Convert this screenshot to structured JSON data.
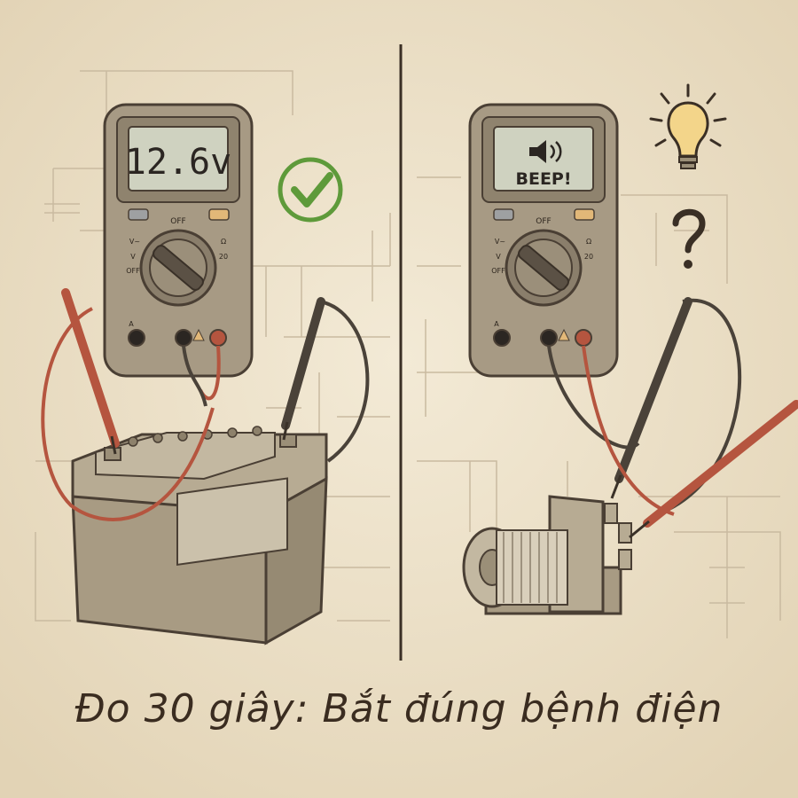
{
  "left_panel": {
    "display_reading": "12.6v",
    "dial_labels": [
      "OFF",
      "V~",
      "V",
      "OFF",
      "Ω",
      "20",
      "A"
    ]
  },
  "right_panel": {
    "display_text": "BEEP!",
    "dial_labels": [
      "OFF",
      "V~",
      "V",
      "OFF",
      "Ω",
      "20",
      "A"
    ]
  },
  "caption": "Đo 30 giây: Bắt đúng bệnh điện",
  "colors": {
    "background": "#eee3cc",
    "meter_body": "#a79a84",
    "lcd": "#cfd2c0",
    "probe_red": "#b5553f",
    "probe_black": "#4a4239",
    "check_green": "#5e9a3a",
    "bulb_yellow": "#f3d58a"
  },
  "icons": [
    "check-icon",
    "speaker-icon",
    "lightbulb-icon",
    "question-icon"
  ]
}
